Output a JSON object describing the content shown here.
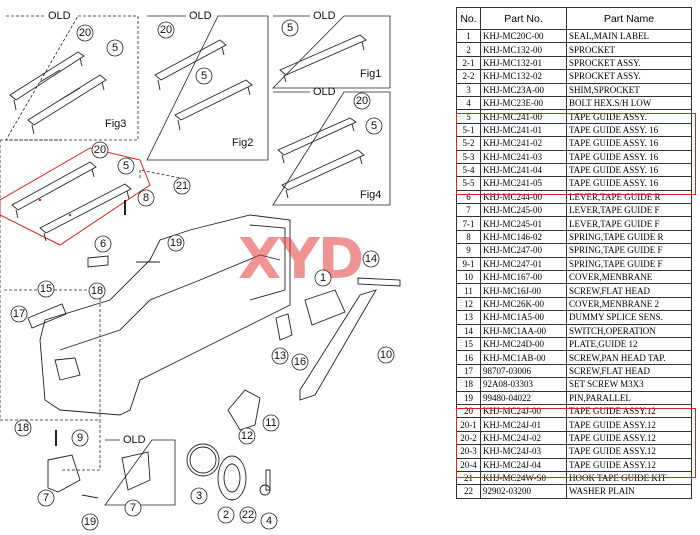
{
  "watermark": "XYD",
  "diagram": {
    "old_label": "OLD",
    "figures": [
      "Fig3",
      "Fig2",
      "Fig1",
      "Fig4"
    ],
    "callouts": [
      "1",
      "2",
      "3",
      "4",
      "5",
      "6",
      "7",
      "8",
      "9",
      "10",
      "11",
      "12",
      "13",
      "14",
      "15",
      "16",
      "17",
      "18",
      "19",
      "20",
      "21",
      "22"
    ]
  },
  "table": {
    "headers": [
      "No.",
      "Part No.",
      "Part Name"
    ],
    "rows": [
      [
        "1",
        "KHJ-MC20C-00",
        "SEAL,MAIN LABEL"
      ],
      [
        "2",
        "KHJ-MC132-00",
        "SPROCKET"
      ],
      [
        "2-1",
        "KHJ-MC132-01",
        "SPROCKET ASSY."
      ],
      [
        "2-2",
        "KHJ-MC132-02",
        "SPROCKET ASSY."
      ],
      [
        "3",
        "KHJ-MC23A-00",
        "SHIM,SPROCKET"
      ],
      [
        "4",
        "KHJ-MC23E-00",
        "BOLT HEX.S/H LOW"
      ],
      [
        "5",
        "KHJ-MC241-00",
        "TAPE GUIDE ASSY."
      ],
      [
        "5-1",
        "KHJ-MC241-01",
        "TAPE GUIDE ASSY. 16"
      ],
      [
        "5-2",
        "KHJ-MC241-02",
        "TAPE GUIDE ASSY. 16"
      ],
      [
        "5-3",
        "KHJ-MC241-03",
        "TAPE GUIDE ASSY. 16"
      ],
      [
        "5-4",
        "KHJ-MC241-04",
        "TAPE GUIDE ASSY. 16"
      ],
      [
        "5-5",
        "KHJ-MC241-05",
        "TAPE GUIDE ASSY. 16"
      ],
      [
        "6",
        "KHJ-MC244-00",
        "LEVER,TAPE GUIDE R"
      ],
      [
        "7",
        "KHJ-MC245-00",
        "LEVER,TAPE GUIDE F"
      ],
      [
        "7-1",
        "KHJ-MC245-01",
        "LEVER,TAPE GUIDE F"
      ],
      [
        "8",
        "KHJ-MC146-02",
        "SPRING,TAPE GUIDE R"
      ],
      [
        "9",
        "KHJ-MC247-00",
        "SPRING,TAPE GUIDE F"
      ],
      [
        "9-1",
        "KHJ-MC247-01",
        "SPRING,TAPE GUIDE F"
      ],
      [
        "10",
        "KHJ-MC167-00",
        "COVER,MENBRANE"
      ],
      [
        "11",
        "KHJ-MC16J-00",
        "SCREW,FLAT HEAD"
      ],
      [
        "12",
        "KHJ-MC26K-00",
        "COVER,MENBRANE 2"
      ],
      [
        "13",
        "KHJ-MC1A5-00",
        "DUMMY SPLICE SENS."
      ],
      [
        "14",
        "KHJ-MC1AA-00",
        "SWITCH,OPERATION"
      ],
      [
        "15",
        "KHJ-MC24D-00",
        "PLATE,GUIDE 12"
      ],
      [
        "16",
        "KHJ-MC1AB-00",
        "SCREW,PAN HEAD TAP."
      ],
      [
        "17",
        "98707-03006",
        "SCREW,FLAT HEAD"
      ],
      [
        "18",
        "92A08-03303",
        "SET SCREW  M3X3"
      ],
      [
        "19",
        "99480-04022",
        "PIN,PARALLEL"
      ],
      [
        "20",
        "KHJ-MC24J-00",
        "TAPE GUIDE ASSY.12"
      ],
      [
        "20-1",
        "KHJ-MC24J-01",
        "TAPE GUIDE ASSY.12"
      ],
      [
        "20-2",
        "KHJ-MC24J-02",
        "TAPE GUIDE ASSY.12"
      ],
      [
        "20-3",
        "KHJ-MC24J-03",
        "TAPE GUIDE ASSY.12"
      ],
      [
        "20-4",
        "KHJ-MC24J-04",
        "TAPE GUIDE ASSY.12"
      ],
      [
        "21",
        "KHJ-MC24W-S0",
        "HOOK TAPE GUIDE KIT"
      ],
      [
        "22",
        "92902-03200",
        "WASHER PLAIN"
      ]
    ]
  },
  "colors": {
    "highlight": "#e02020",
    "watermark": "#e23b3b",
    "line": "#222222"
  }
}
